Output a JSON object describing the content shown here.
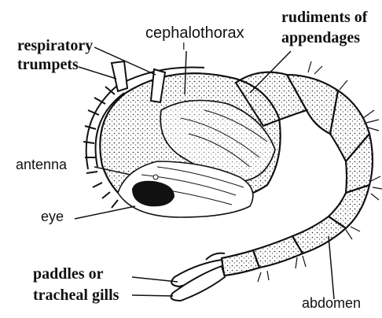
{
  "labels": {
    "respiratory": [
      "respiratory",
      "trumpets"
    ],
    "cephalothorax": "cephalothorax",
    "roman_numeral": "I",
    "rudiments": [
      "rudiments of",
      "appendages"
    ],
    "antenna": "antenna",
    "eye": "eye",
    "paddles": [
      "paddles or",
      "tracheal gills"
    ],
    "abdomen": "abdomen"
  },
  "colors": {
    "ink": "#111111",
    "background": "#ffffff"
  }
}
